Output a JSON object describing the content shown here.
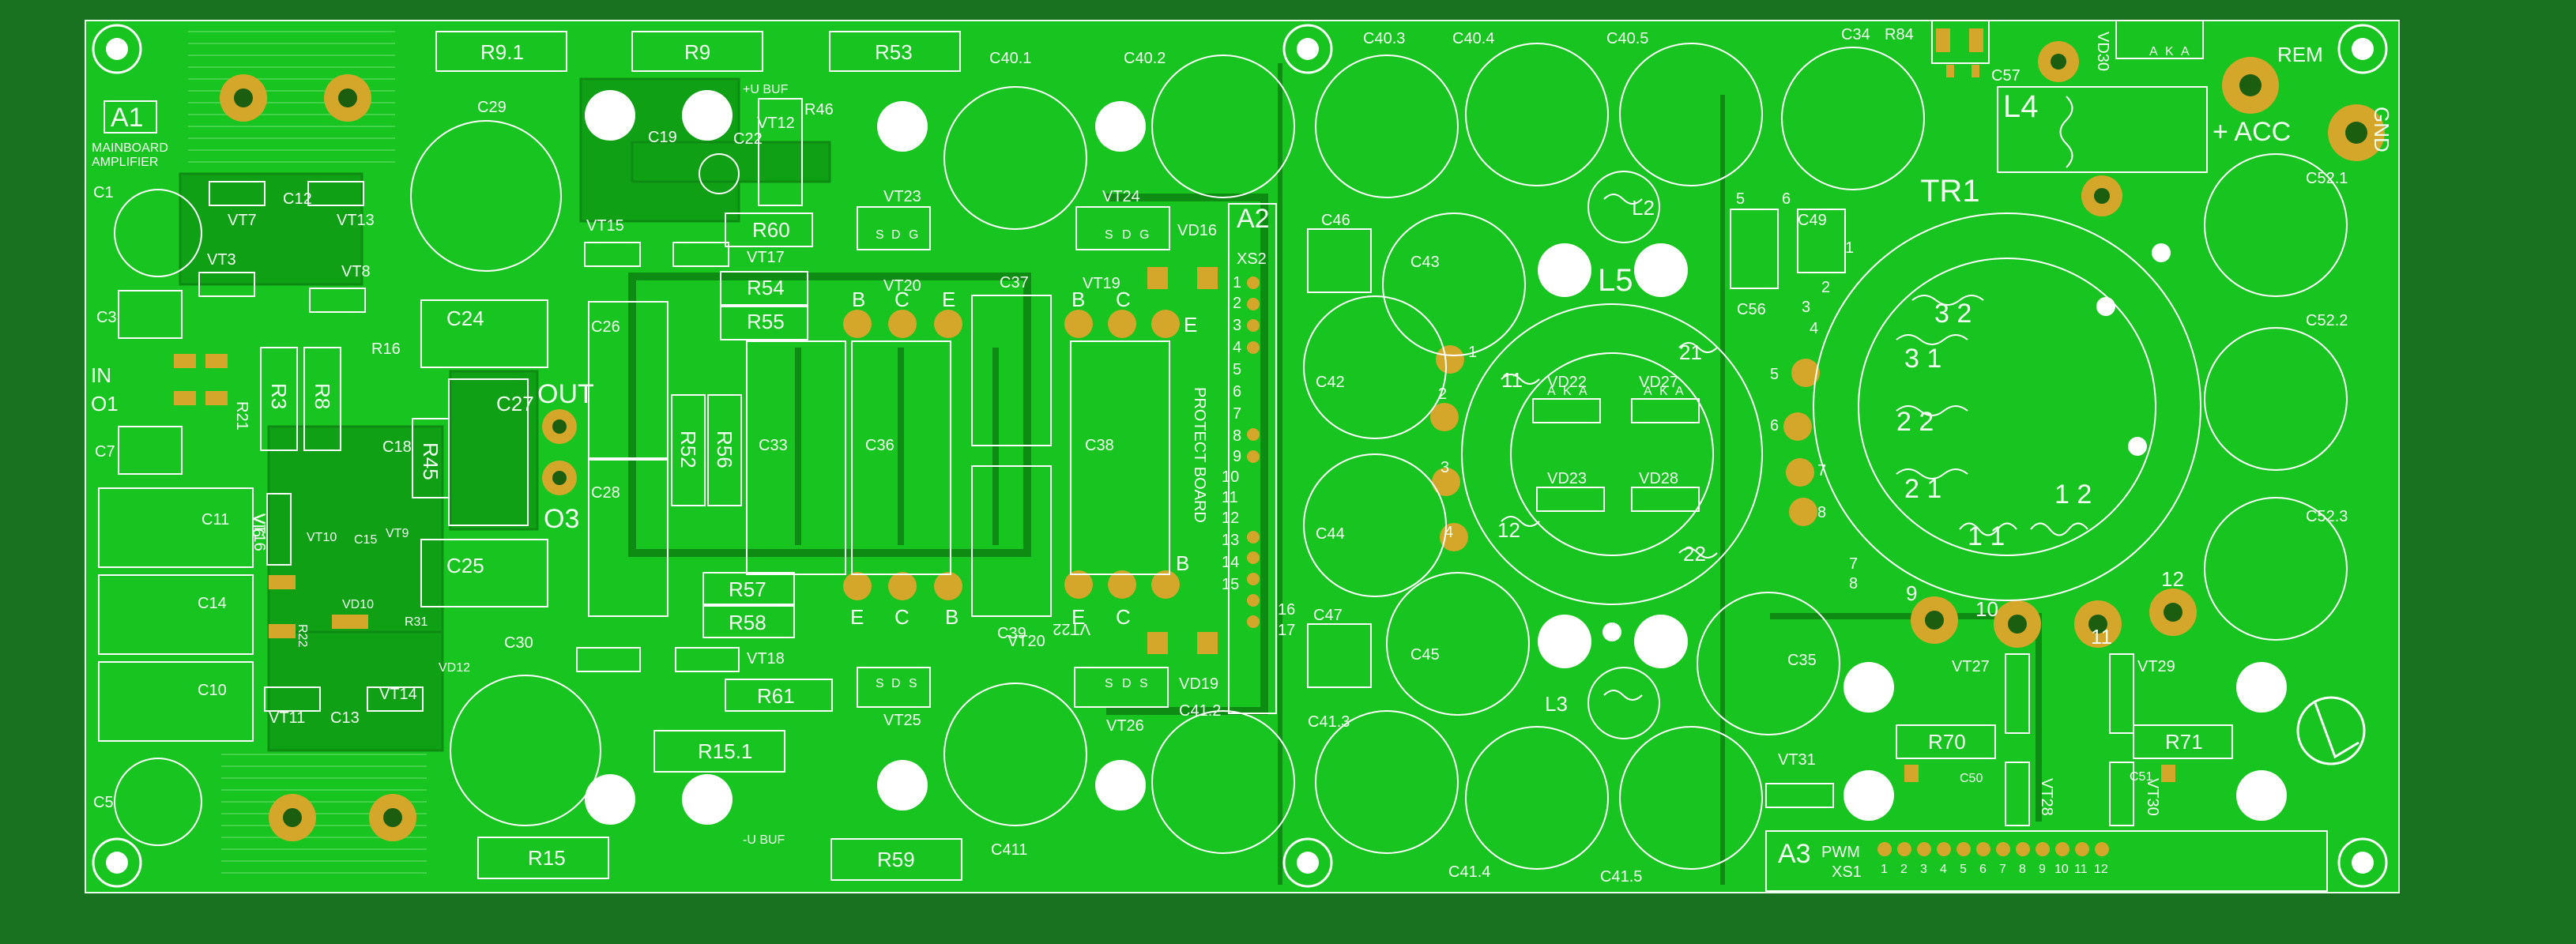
{
  "board": {
    "colors": {
      "background": "#19721f",
      "copper": "#18c41f",
      "trace": "#10a016",
      "silk": "#ffffff",
      "pad": "#d4a62a",
      "hole": "#1b5e10"
    },
    "module_a1_tag": "A1",
    "module_a1_title": "MAINBOARD",
    "module_a1_subtitle": "AMPLIFIER",
    "module_a2_tag": "A2",
    "module_a3_tag": "A3",
    "module_a3_title": "PWM",
    "connector_xs1": "XS1",
    "connector_xs2": "XS2",
    "protect_board": "PROTECT BOARD",
    "net_in": "IN",
    "net_o1": "O1",
    "net_out": "OUT",
    "net_o3": "O3",
    "net_ubuf_pos": "+U BUF",
    "net_ubuf_neg": "-U BUF",
    "net_rem": "REM",
    "net_acc": "+ ACC",
    "net_gnd": "GND",
    "transformer": "TR1",
    "tr_pin_32": "3 2",
    "tr_pin_31": "3 1",
    "tr_pin_22": "2 2",
    "tr_pin_21": "2 1",
    "tr_pin_11": "1 1",
    "tr_pin_12": "1 2",
    "tr_lead_11": "11",
    "tr_lead_12": "12",
    "tr_lead_21": "21",
    "tr_lead_22": "22",
    "inductor_l2": "L2",
    "inductor_l3": "L3",
    "inductor_l4": "L4",
    "inductor_l5": "L5",
    "pin_1": "1",
    "pin_2": "2",
    "pin_3": "3",
    "pin_4": "4",
    "pin_5": "5",
    "pin_6": "6",
    "pin_7": "7",
    "pin_8": "8",
    "pin_9": "9",
    "pin_10": "10",
    "pin_11": "11",
    "pin_12": "12",
    "pin_13": "13",
    "pin_14": "14",
    "pin_15": "15",
    "pin_16": "16",
    "pin_17": "17",
    "bce_b": "B",
    "bce_c": "C",
    "bce_e": "E",
    "sdg_s": "S",
    "sdg_d": "D",
    "sdg_g": "G",
    "aka_a": "A",
    "aka_k": "K",
    "resistors": {
      "r9_1": "R9.1",
      "r9": "R9",
      "r53": "R53",
      "r46": "R46",
      "r60": "R60",
      "r54": "R54",
      "r55": "R55",
      "r3": "R3",
      "r8": "R8",
      "r16": "R16",
      "r21": "R21",
      "r45": "R45",
      "r52": "R52",
      "r56": "R56",
      "r57": "R57",
      "r58": "R58",
      "r61": "R61",
      "r22": "R22",
      "r31": "R31",
      "r15_1": "R15.1",
      "r15": "R15",
      "r59": "R59",
      "r70": "R70",
      "r71": "R71",
      "r84": "R84"
    },
    "capacitors": {
      "c1": "C1",
      "c3": "C3",
      "c5": "C5",
      "c7": "C7",
      "c10": "C10",
      "c11": "C11",
      "c12": "C12",
      "c13": "C13",
      "c14": "C14",
      "c15": "C15",
      "c18": "C18",
      "c19": "C19",
      "c22": "C22",
      "c24": "C24",
      "c25": "C25",
      "c26": "C26",
      "c27": "C27",
      "c28": "C28",
      "c29": "C29",
      "c30": "C30",
      "c33": "C33",
      "c34": "C34",
      "c35": "C35",
      "c36": "C36",
      "c37": "C37",
      "c38": "C38",
      "c39": "C39",
      "c40_1": "C40.1",
      "c40_2": "C40.2",
      "c40_3": "C40.3",
      "c40_4": "C40.4",
      "c40_5": "C40.5",
      "c41_1": "C411",
      "c41_2": "C41.2",
      "c41_3": "C41.3",
      "c41_4": "C41.4",
      "c41_5": "C41.5",
      "c42": "C42",
      "c43": "C43",
      "c44": "C44",
      "c45": "C45",
      "c46": "C46",
      "c47": "C47",
      "c49": "C49",
      "c50": "C50",
      "c51": "C51",
      "c52_1": "C52.1",
      "c52_2": "C52.2",
      "c52_3": "C52.3",
      "c56": "C56",
      "c57": "C57"
    },
    "transistors": {
      "vt3": "VT3",
      "vt7": "VT7",
      "vt8": "VT8",
      "vt9": "VT9",
      "vt10": "VT10",
      "vt11": "VT11",
      "vt12": "VT12",
      "vt13": "VT13",
      "vt14": "VT14",
      "vt15": "VT15",
      "vt16": "VT16",
      "vt17": "VT17",
      "vt18": "VT18",
      "vt19": "VT19",
      "vt20": "VT20",
      "vt22": "VT22",
      "vt23": "VT23",
      "vt24": "VT24",
      "vt25": "VT25",
      "vt26": "VT26",
      "vt27": "VT27",
      "vt28": "VT28",
      "vt29": "VT29",
      "vt30": "VT30",
      "vt31": "VT31"
    },
    "diodes": {
      "vd10": "VD10",
      "vd12": "VD12",
      "vd16": "VD16",
      "vd19": "VD19",
      "vd22": "VD22",
      "vd23": "VD23",
      "vd27": "VD27",
      "vd28": "VD28",
      "vd30": "VD30",
      "vi6": "VI6"
    }
  }
}
